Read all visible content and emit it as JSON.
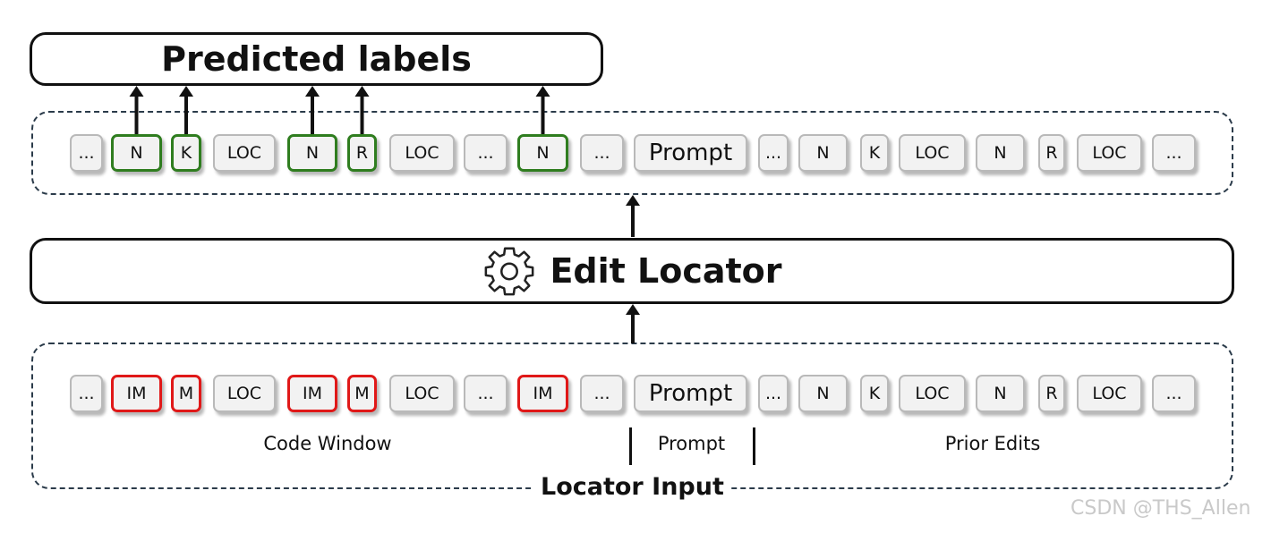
{
  "predicted_box": {
    "label": "Predicted labels"
  },
  "locator_box": {
    "label": "Edit Locator",
    "icon": "gear-icon"
  },
  "output_tokens": [
    {
      "label": "...",
      "style": "plain"
    },
    {
      "label": "N",
      "style": "green"
    },
    {
      "label": "K",
      "style": "green"
    },
    {
      "label": "LOC",
      "style": "plain"
    },
    {
      "label": "N",
      "style": "green"
    },
    {
      "label": "R",
      "style": "green"
    },
    {
      "label": "LOC",
      "style": "plain"
    },
    {
      "label": "...",
      "style": "plain"
    },
    {
      "label": "N",
      "style": "green"
    },
    {
      "label": "...",
      "style": "plain"
    },
    {
      "label": "Prompt",
      "style": "prompt"
    },
    {
      "label": "...",
      "style": "plain"
    },
    {
      "label": "N",
      "style": "plain"
    },
    {
      "label": "K",
      "style": "plain"
    },
    {
      "label": "LOC",
      "style": "plain"
    },
    {
      "label": "N",
      "style": "plain"
    },
    {
      "label": "R",
      "style": "plain"
    },
    {
      "label": "LOC",
      "style": "plain"
    },
    {
      "label": "...",
      "style": "plain"
    }
  ],
  "input_tokens": [
    {
      "label": "...",
      "style": "plain"
    },
    {
      "label": "IM",
      "style": "red"
    },
    {
      "label": "M",
      "style": "red"
    },
    {
      "label": "LOC",
      "style": "plain"
    },
    {
      "label": "IM",
      "style": "red"
    },
    {
      "label": "M",
      "style": "red"
    },
    {
      "label": "LOC",
      "style": "plain"
    },
    {
      "label": "...",
      "style": "plain"
    },
    {
      "label": "IM",
      "style": "red"
    },
    {
      "label": "...",
      "style": "plain"
    },
    {
      "label": "Prompt",
      "style": "prompt"
    },
    {
      "label": "...",
      "style": "plain"
    },
    {
      "label": "N",
      "style": "plain"
    },
    {
      "label": "K",
      "style": "plain"
    },
    {
      "label": "LOC",
      "style": "plain"
    },
    {
      "label": "N",
      "style": "plain"
    },
    {
      "label": "R",
      "style": "plain"
    },
    {
      "label": "LOC",
      "style": "plain"
    },
    {
      "label": "...",
      "style": "plain"
    }
  ],
  "sections": {
    "code_window": "Code Window",
    "prompt": "Prompt",
    "prior_edits": "Prior Edits"
  },
  "input_title": "Locator Input",
  "watermark": "CSDN @THS_Allen",
  "colors": {
    "green_border": "#2f7d1f",
    "red_border": "#e01818",
    "token_fill": "#f2f2f2",
    "token_border": "#b9b9b9",
    "dashed_border": "#2b3b4a"
  }
}
